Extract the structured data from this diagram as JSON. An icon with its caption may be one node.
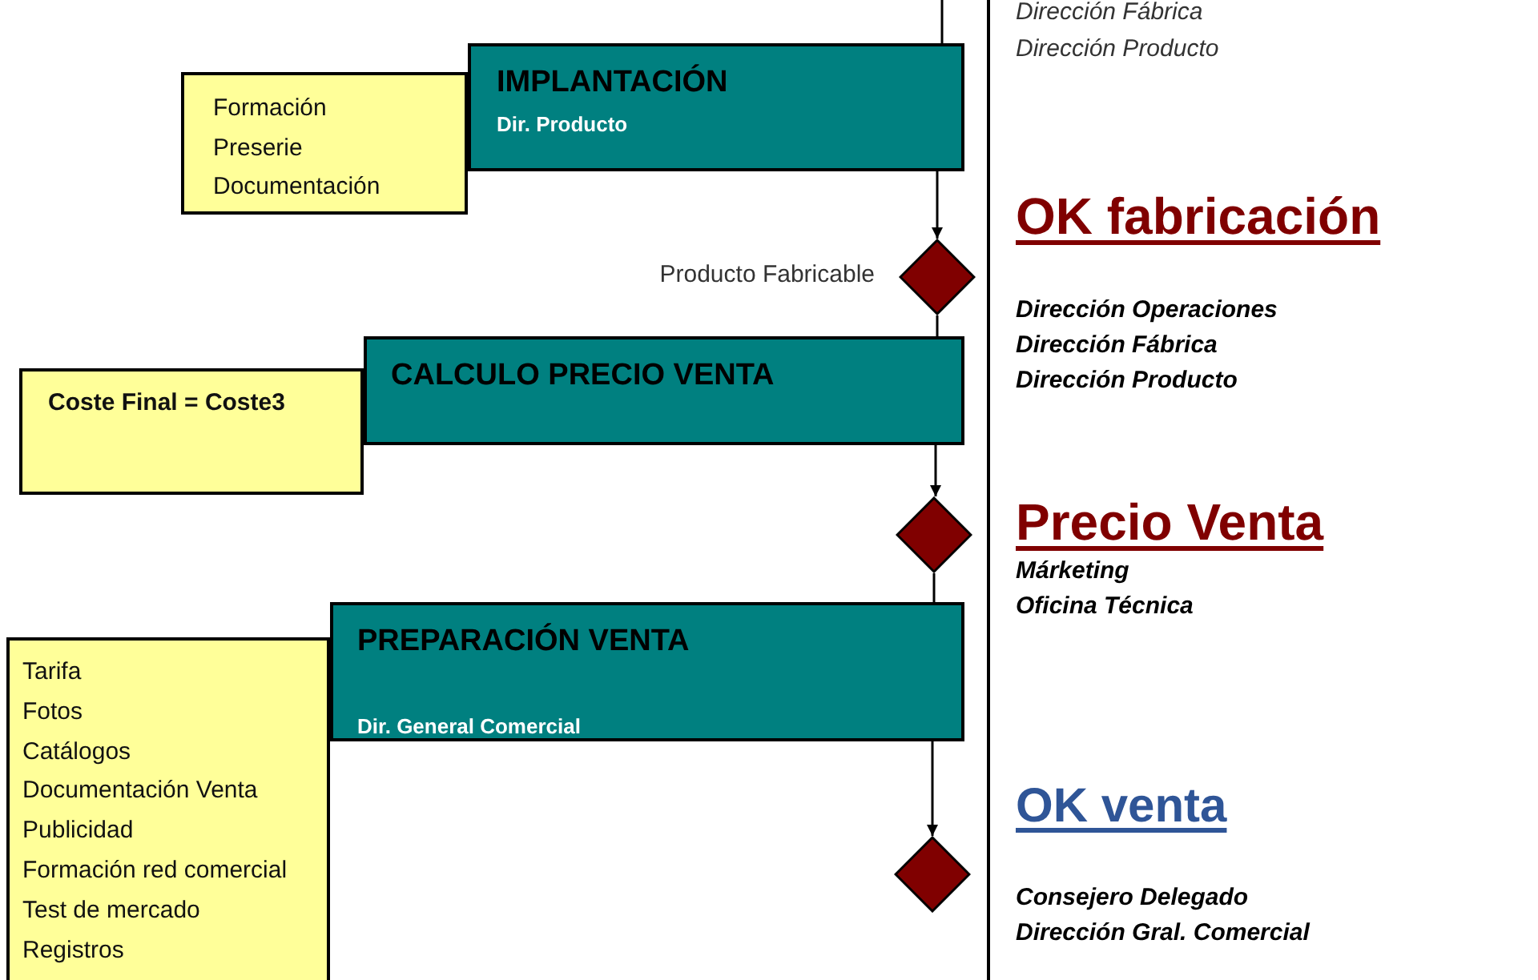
{
  "diagram": {
    "nodes": [
      {
        "text": [
          "Formación",
          "Preserie",
          "Documentación"
        ]
      },
      {
        "text": [
          "IMPLANTACIÓN",
          "Dir. Producto"
        ]
      },
      {
        "text": [],
        "shape": "diamond",
        "beside": [
          "Producto Fabricable"
        ]
      },
      {
        "text": [
          "Coste Final = Coste3"
        ]
      },
      {
        "text": [
          "CALCULO PRECIO VENTA"
        ]
      },
      {
        "text": [],
        "shape": "diamond"
      },
      {
        "text": [
          "Tarifa",
          "Fotos",
          "Catálogos",
          "Documentación Venta",
          "Publicidad",
          "Formación red comercial",
          "Test de mercado",
          "Registros"
        ]
      },
      {
        "text": [
          "PREPARACIÓN VENTA",
          "Dir. General Comercial"
        ]
      },
      {
        "text": [],
        "shape": "diamond"
      }
    ],
    "edges": [
      {
        "from": null,
        "to": 1,
        "arrow": "none"
      },
      {
        "from": 1,
        "to": 2,
        "arrow": "to"
      },
      {
        "from": 2,
        "to": 4,
        "arrow": "none"
      },
      {
        "from": 4,
        "to": 5,
        "arrow": "to"
      },
      {
        "from": 5,
        "to": 7,
        "arrow": "none"
      },
      {
        "from": 7,
        "to": 8,
        "arrow": "to"
      }
    ],
    "labels": [
      "Dirección Fábrica",
      "Dirección Producto",
      "OK fabricación",
      "Dirección Operaciones",
      "Dirección Fábrica",
      "Dirección Producto",
      "Precio Venta",
      "Márketing",
      "Oficina Técnica",
      "OK venta",
      "Consejero Delegado",
      "Dirección Gral. Comercial"
    ]
  }
}
